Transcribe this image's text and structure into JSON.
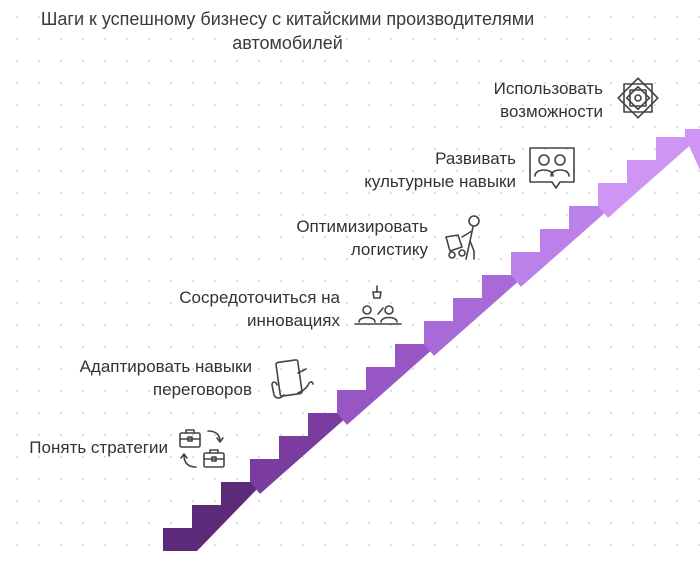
{
  "title": {
    "line1": "Шаги к успешному бизнесу с китайскими производителями",
    "line2": "автомобилей"
  },
  "steps": [
    {
      "line1": "Понять стратегии",
      "line2": "",
      "icon": "briefcase-exchange-icon",
      "color": "#5c2a78"
    },
    {
      "line1": "Адаптировать навыки",
      "line2": "переговоров",
      "icon": "hand-document-icon",
      "color": "#7a3c9e"
    },
    {
      "line1": "Сосредоточиться на",
      "line2": "инновациях",
      "icon": "team-lamp-icon",
      "color": "#9855c4"
    },
    {
      "line1": "Оптимизировать",
      "line2": "логистику",
      "icon": "person-cart-icon",
      "color": "#a86ad6"
    },
    {
      "line1": "Развивать",
      "line2": "культурные навыки",
      "icon": "people-chat-icon",
      "color": "#bb80ea"
    },
    {
      "line1": "Использовать",
      "line2": "возможности",
      "icon": "star-ornament-icon",
      "color": "#cf95f5"
    }
  ]
}
